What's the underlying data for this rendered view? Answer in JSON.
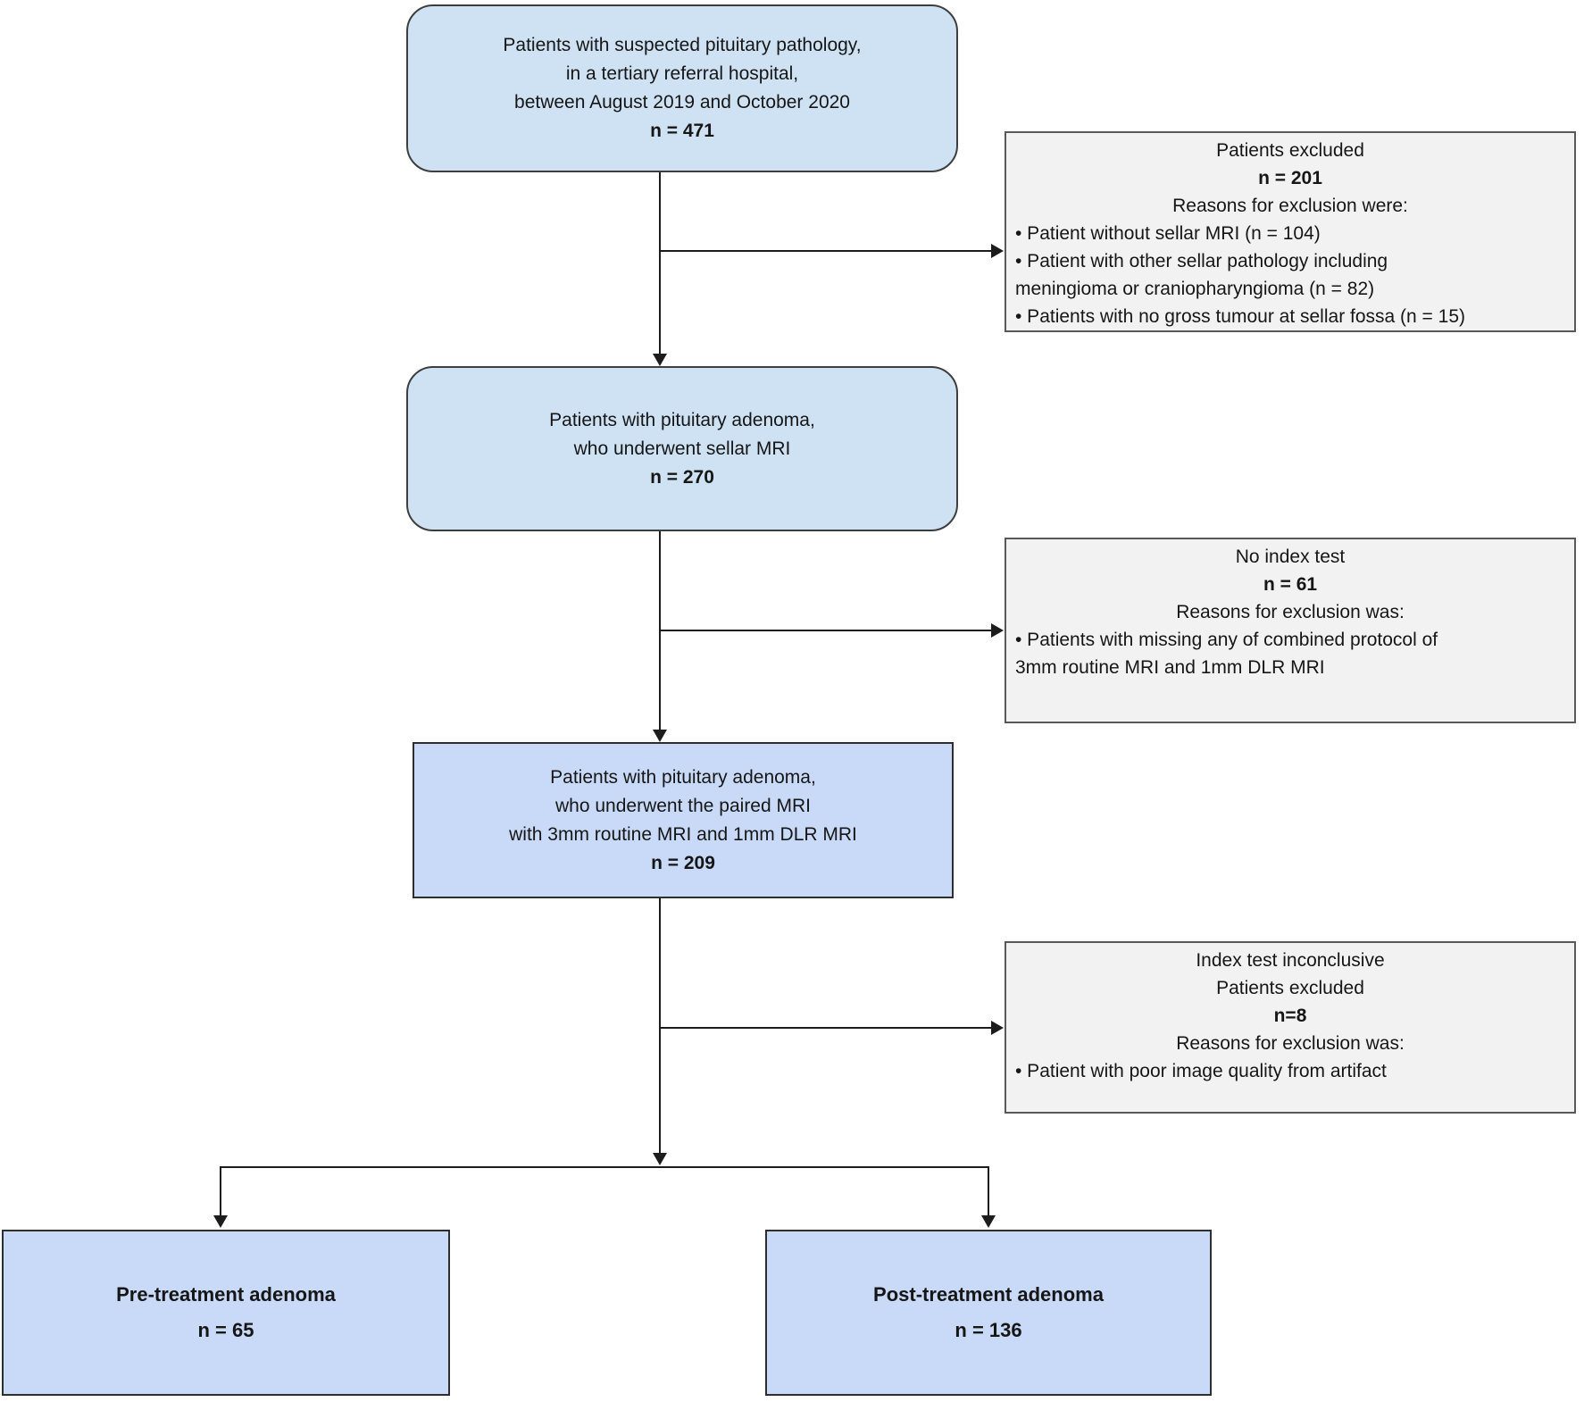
{
  "flow": {
    "colors": {
      "cohort_fill": "#cfe2f3",
      "final_fill": "#c9daf8",
      "exclusion_fill": "#f2f2f2",
      "line": "#1c1c1c"
    },
    "cohort_boxes": {
      "initial": {
        "lines": [
          "Patients with suspected pituitary pathology,",
          "in a tertiary referral hospital,",
          "between August 2019 and October 2020"
        ],
        "count": "n = 471"
      },
      "sellar_mri": {
        "lines": [
          "Patients with pituitary adenoma,",
          "who underwent sellar MRI"
        ],
        "count": "n = 270"
      },
      "paired_mri": {
        "lines": [
          "Patients with pituitary adenoma,",
          "who underwent the paired MRI",
          "with 3mm routine MRI and 1mm DLR MRI"
        ],
        "count": "n = 209"
      },
      "pre_treatment": {
        "title": "Pre-treatment adenoma",
        "count": "n = 65"
      },
      "post_treatment": {
        "title": "Post-treatment adenoma",
        "count": "n = 136"
      }
    },
    "exclusion_boxes": {
      "first": {
        "titles": [
          "Patients excluded"
        ],
        "count": "n = 201",
        "reason_label": "Reasons for exclusion were:",
        "bullets": [
          [
            "• Patient without sellar MRI (n = 104)"
          ],
          [
            "• Patient with other sellar pathology including",
            "meningioma or craniopharyngioma (n = 82)"
          ],
          [
            "• Patients with no gross tumour at sellar fossa (n = 15)"
          ]
        ]
      },
      "second": {
        "titles": [
          "No index test"
        ],
        "count": "n = 61",
        "reason_label": "Reasons for exclusion was:",
        "bullets": [
          [
            "• Patients with missing any of combined protocol of",
            "3mm routine MRI and 1mm DLR MRI"
          ]
        ]
      },
      "third": {
        "titles": [
          "Index test inconclusive",
          "Patients excluded"
        ],
        "count": "n=8",
        "reason_label": "Reasons for exclusion was:",
        "bullets": [
          [
            "• Patient with poor image quality from artifact"
          ]
        ]
      }
    }
  }
}
